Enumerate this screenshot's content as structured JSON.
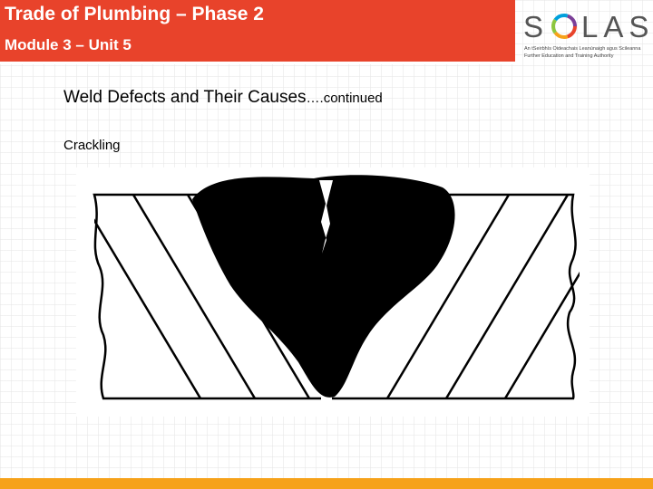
{
  "header": {
    "title": "Trade of Plumbing – Phase 2",
    "subtitle": "Module 3 – Unit 5",
    "accent_color": "#e8432b"
  },
  "logo": {
    "wordmark": "SOLAS",
    "tagline_line1": "An tSeirbhís Oideachais Leanúnaigh agus Scileanna",
    "tagline_line2": "Further Education and Training Authority",
    "letter_colors": [
      "#e8432b",
      "#f6a21a",
      "#8cc63f",
      "#00a0dc",
      "#7b3f98"
    ]
  },
  "content": {
    "heading": "Weld Defects and Their Causes",
    "heading_suffix": "….continued",
    "label": "Crackling"
  },
  "figure": {
    "illustration": "weld-crack-diagram"
  },
  "footer": {
    "bar_color": "#f6a21a"
  }
}
